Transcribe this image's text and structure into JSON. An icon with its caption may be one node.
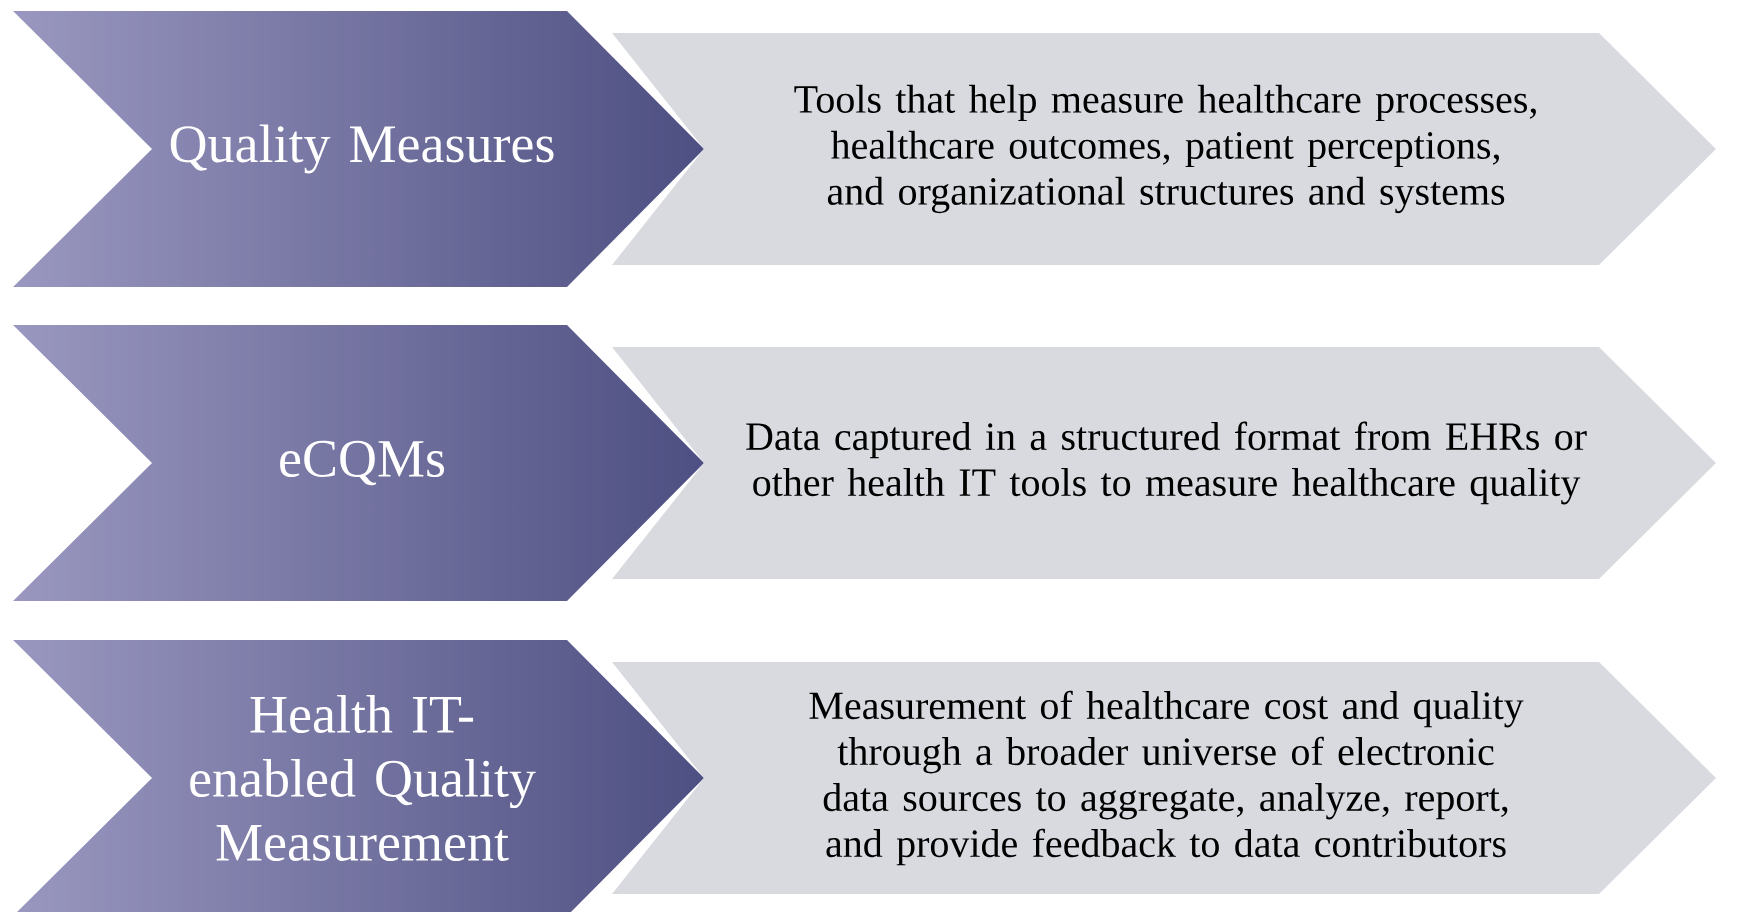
{
  "diagram": {
    "nodes": [
      {
        "text": [
          "Quality Measures"
        ]
      },
      {
        "text": [
          "Tools that help measure healthcare processes, healthcare outcomes, patient perceptions, and organizational structures and systems"
        ]
      },
      {
        "text": [
          "eCQMs"
        ]
      },
      {
        "text": [
          "Data captured in a structured format from EHRs or other health IT tools to measure healthcare quality"
        ]
      },
      {
        "text": [
          "Health IT-enabled Quality Measurement"
        ]
      },
      {
        "text": [
          "Measurement of healthcare cost and quality through a broader universe of electronic data sources to aggregate, analyze, report, and provide feedback to data contributors"
        ]
      }
    ]
  }
}
